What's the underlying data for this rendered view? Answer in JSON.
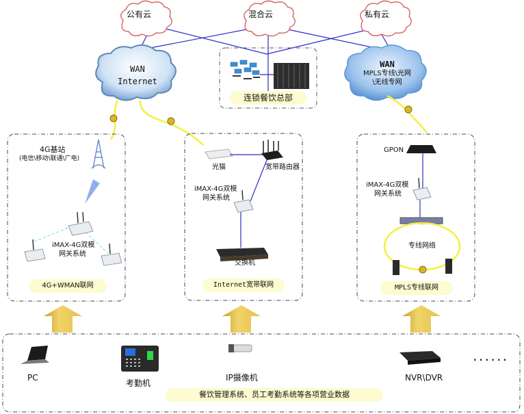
{
  "clouds": {
    "public": "公有云",
    "hybrid": "混合云",
    "private": "私有云"
  },
  "wan_internet": {
    "line1": "WAN",
    "line2": "Internet"
  },
  "wan_mpls": {
    "line1": "WAN",
    "line2": "MPLS专线\\光网",
    "line3": "\\无线专网"
  },
  "hq": {
    "label": "连锁餐饮总部"
  },
  "panel_4g": {
    "base_station": "4G基站",
    "carriers": "(电信\\移动\\联通\\广电)",
    "gateway_line1": "iMAX-4G双模",
    "gateway_line2": "网关系统",
    "footer": "4G+WMAN联网"
  },
  "panel_internet": {
    "modem": "光猫",
    "router": "宽带路由器",
    "gateway_line1": "iMAX-4G双模",
    "gateway_line2": "网关系统",
    "switch": "交换机",
    "footer": "Internet宽带联网"
  },
  "panel_mpls": {
    "gpon": "GPON",
    "gateway_line1": "iMAX-4G双模",
    "gateway_line2": "网关系统",
    "ring": "专线网络",
    "footer": "MPLS专线联网"
  },
  "devices": {
    "pc": "PC",
    "attendance": "考勤机",
    "camera": "IP摄像机",
    "nvr": "NVR\\DVR",
    "ellipsis": "· · · · · ·",
    "footer": "餐饮管理系统、员工考勤系统等各项营业数据"
  },
  "colors": {
    "link_blue": "#2a2ac8",
    "fiber_yellow": "#f5f03a",
    "cloud_red": "#d86a6a",
    "cloud_blue": "#9cc3ec",
    "pill": "#fdfbd0",
    "arrow_gold": "#e3c44a"
  }
}
